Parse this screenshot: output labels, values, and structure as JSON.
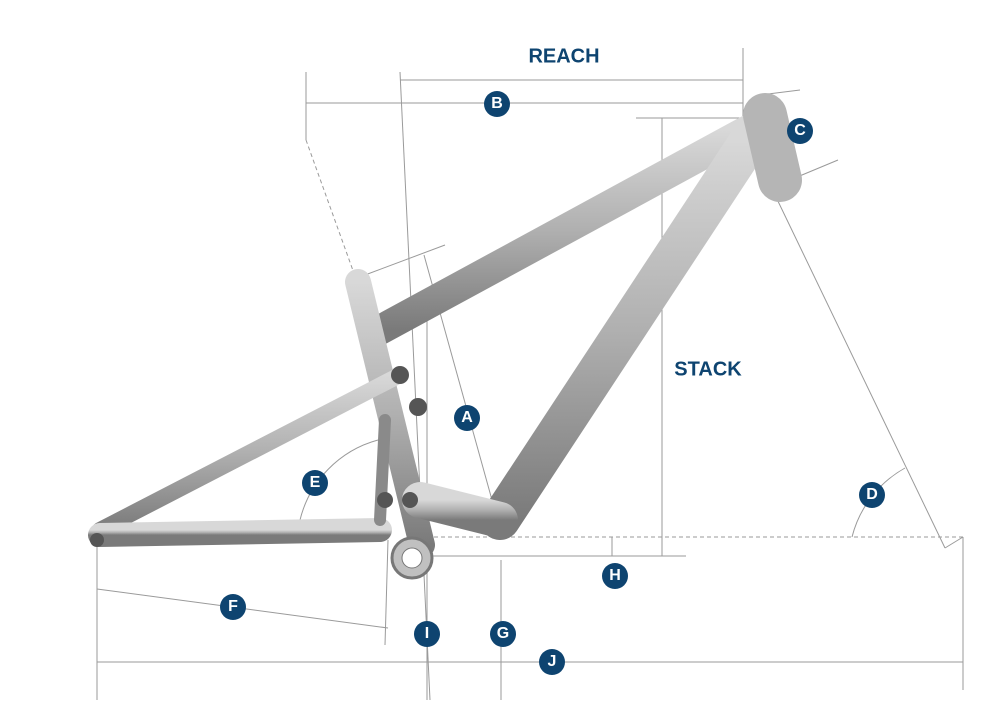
{
  "labels": {
    "reach": "REACH",
    "stack": "STACK"
  },
  "badges": {
    "a": "A",
    "b": "B",
    "c": "C",
    "d": "D",
    "e": "E",
    "f": "F",
    "g": "G",
    "h": "H",
    "i": "I",
    "j": "J"
  },
  "colors": {
    "badge": "#0e4470",
    "dimension_line": "#9a9a9a",
    "frame": "#a8a8a8"
  }
}
